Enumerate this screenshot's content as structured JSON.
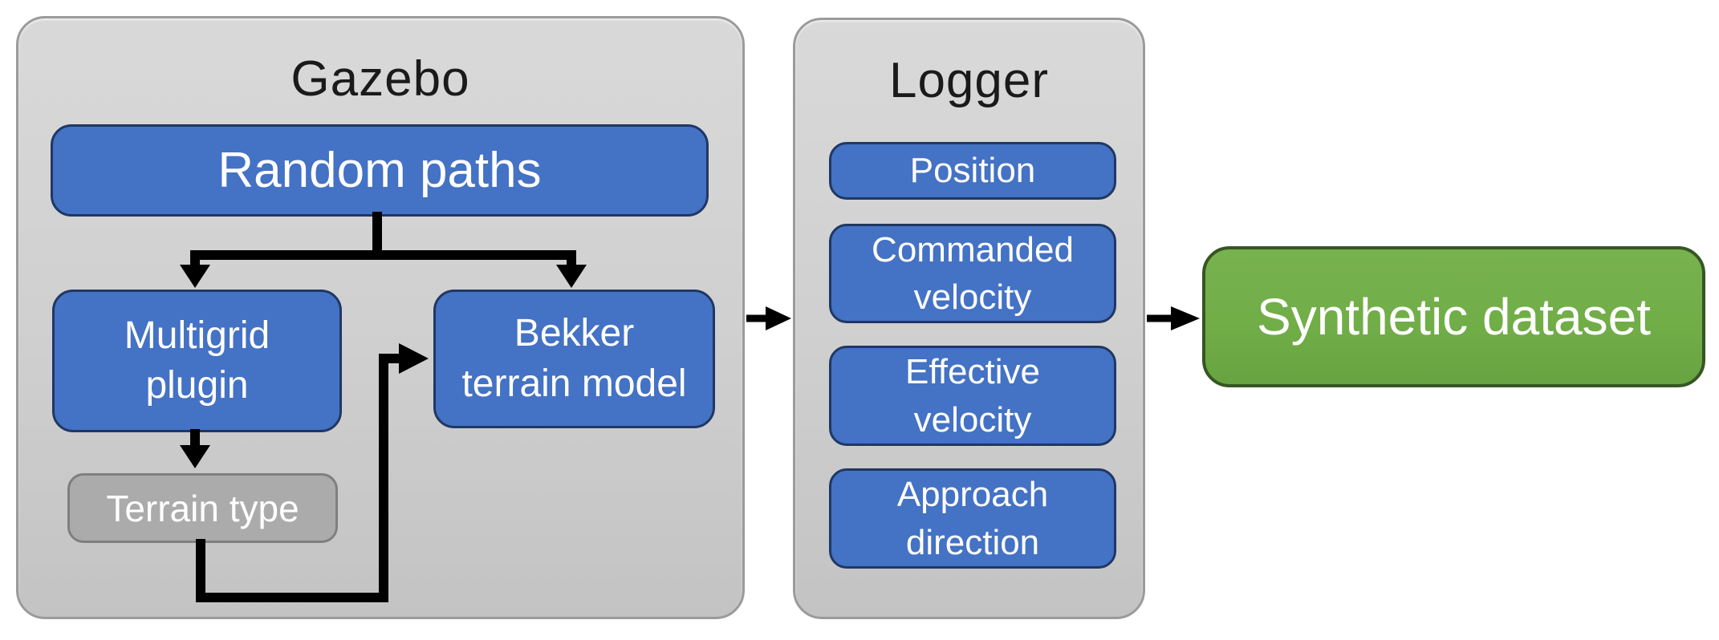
{
  "diagram_title": "",
  "colors": {
    "box_blue": "#4472C4",
    "box_blue_border": "#1F3864",
    "panel_gray": "#D2D2D2",
    "panel_border": "#9B9B9B",
    "terrain_gray": "#ABABAB",
    "terrain_border": "#7F7F7F",
    "dataset_green": "#70AD47",
    "dataset_green_border": "#375623",
    "arrow_black": "#000000",
    "text_white": "#FFFFFF",
    "title_black": "#1A1A1A"
  },
  "gazebo": {
    "title": "Gazebo",
    "boxes": {
      "random_paths": "Random paths",
      "multigrid_plugin": "Multigrid plugin",
      "bekker_terrain_model": "Bekker terrain model",
      "terrain_type": "Terrain type"
    }
  },
  "logger": {
    "title": "Logger",
    "items": [
      {
        "label": "Position"
      },
      {
        "label": "Commanded velocity"
      },
      {
        "label": "Effective velocity"
      },
      {
        "label": "Approach direction"
      }
    ]
  },
  "output": {
    "synthetic_dataset": "Synthetic dataset"
  },
  "connections": [
    {
      "from": "Random paths",
      "to": "Multigrid plugin"
    },
    {
      "from": "Random paths",
      "to": "Bekker terrain model"
    },
    {
      "from": "Multigrid plugin",
      "to": "Terrain type"
    },
    {
      "from": "Terrain type",
      "to": "Bekker terrain model"
    },
    {
      "from": "Gazebo",
      "to": "Logger"
    },
    {
      "from": "Logger",
      "to": "Synthetic dataset"
    }
  ]
}
